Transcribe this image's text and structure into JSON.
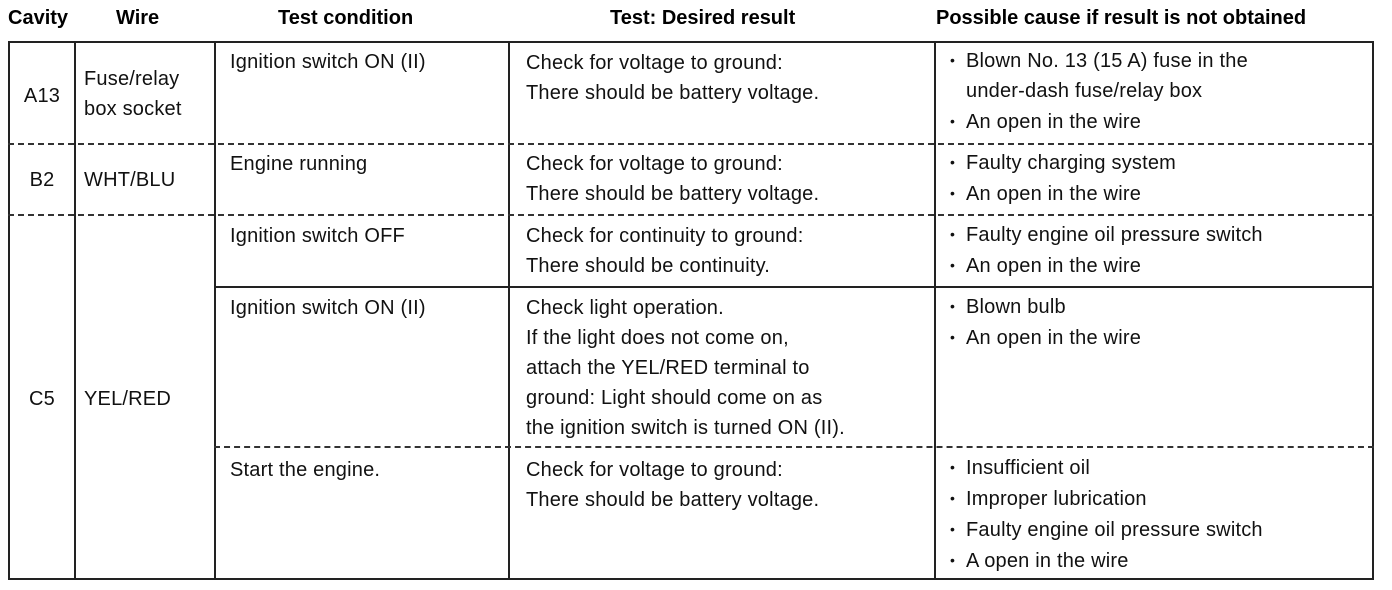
{
  "headers": {
    "cavity": "Cavity",
    "wire": "Wire",
    "test_condition": "Test condition",
    "desired_result": "Test: Desired result",
    "possible_cause": "Possible cause if result is not obtained"
  },
  "rows": [
    {
      "cavity": "A13",
      "wire": [
        "Fuse/relay",
        "box socket"
      ],
      "condition": "Ignition switch ON (II)",
      "result": [
        "Check for voltage to ground:",
        "There should be battery voltage."
      ],
      "causes": [
        "Blown No. 13 (15 A) fuse in the",
        "under-dash fuse/relay box",
        "An open in the wire"
      ]
    },
    {
      "cavity": "B2",
      "wire": [
        "WHT/BLU"
      ],
      "condition": "Engine running",
      "result": [
        "Check for voltage to ground:",
        "There should be battery voltage."
      ],
      "causes": [
        "Faulty charging system",
        "An open in the wire"
      ]
    },
    {
      "cavity": "C5",
      "wire": [
        "YEL/RED"
      ],
      "sub": [
        {
          "condition": "Ignition switch OFF",
          "result": [
            "Check for continuity to ground:",
            "There should be continuity."
          ],
          "causes": [
            "Faulty engine oil pressure switch",
            "An open in the wire"
          ]
        },
        {
          "condition": "Ignition switch ON (II)",
          "result": [
            "Check light operation.",
            "If the light does not come on,",
            "attach the YEL/RED terminal to",
            "ground: Light should come on as",
            "the ignition switch is turned ON (II)."
          ],
          "causes": [
            "Blown bulb",
            "An open in the wire"
          ]
        },
        {
          "condition": "Start the engine.",
          "result": [
            "Check for voltage to ground:",
            "There should be battery voltage."
          ],
          "causes": [
            "Insufficient oil",
            "Improper lubrication",
            "Faulty engine oil pressure switch",
            "A open in the wire"
          ]
        }
      ]
    }
  ]
}
